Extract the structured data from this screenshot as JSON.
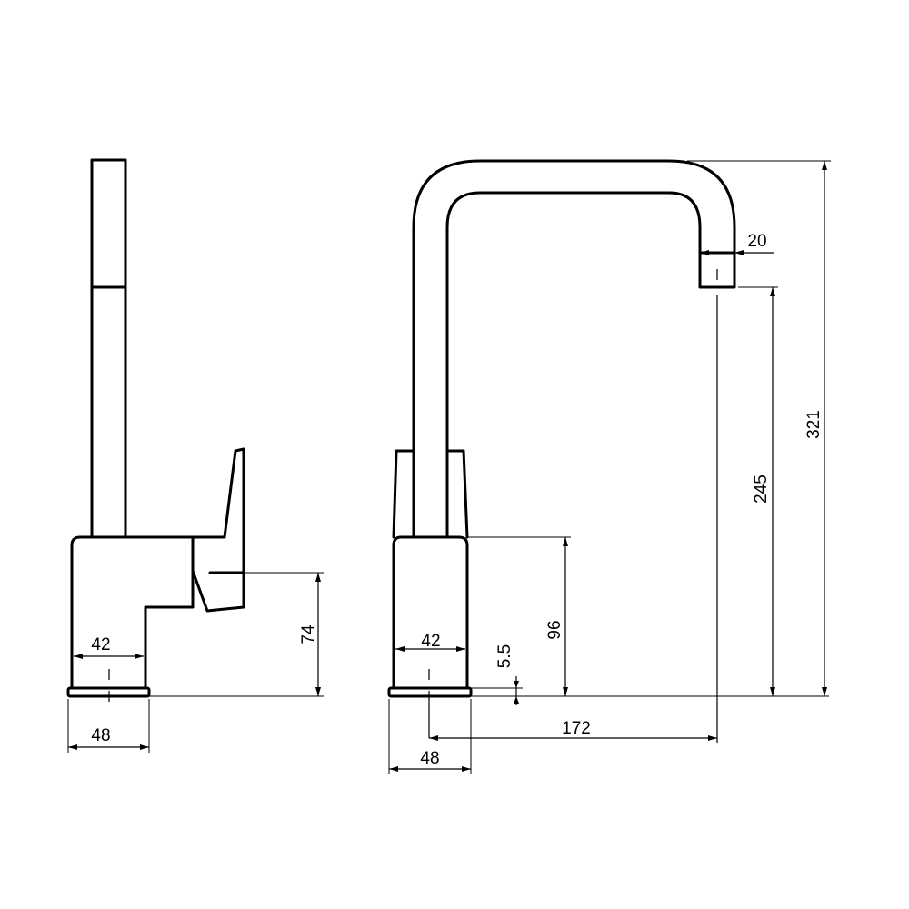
{
  "dimensions": {
    "side_body_width": "42",
    "side_base_width": "48",
    "side_lever_height": "74",
    "front_body_width": "42",
    "front_base_width": "48",
    "front_base_height": "5.5",
    "front_body_height": "96",
    "front_spout_reach": "172",
    "front_outlet_diameter": "20",
    "front_outlet_height": "245",
    "front_total_height": "321"
  }
}
